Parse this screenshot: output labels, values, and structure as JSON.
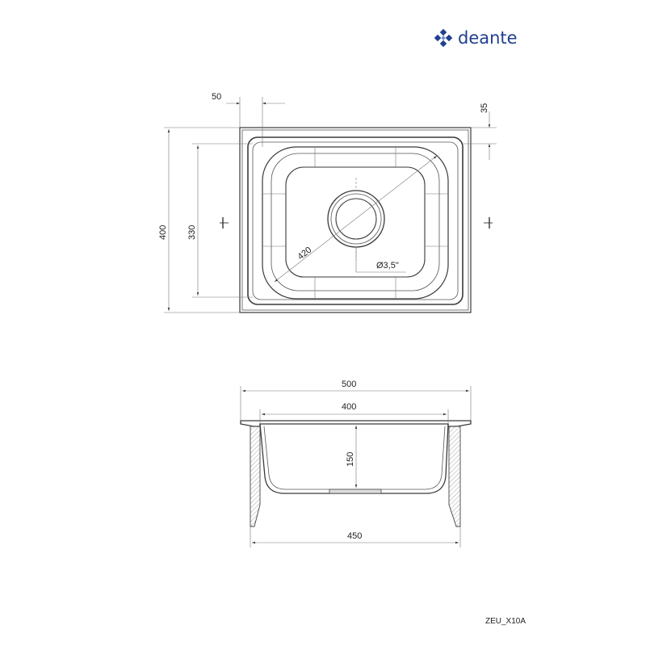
{
  "brand": {
    "name": "deante",
    "color": "#1f3f8f"
  },
  "top_view": {
    "dims": {
      "flange": "50",
      "rim": "35",
      "overall_height": "400",
      "bowl_height": "330",
      "diagonal": "420",
      "drain": "Ø3,5\""
    }
  },
  "side_view": {
    "dims": {
      "overall_width": "500",
      "bowl_width": "400",
      "depth": "150",
      "bottom_width": "450"
    }
  },
  "product_code": "ZEU_X10A"
}
